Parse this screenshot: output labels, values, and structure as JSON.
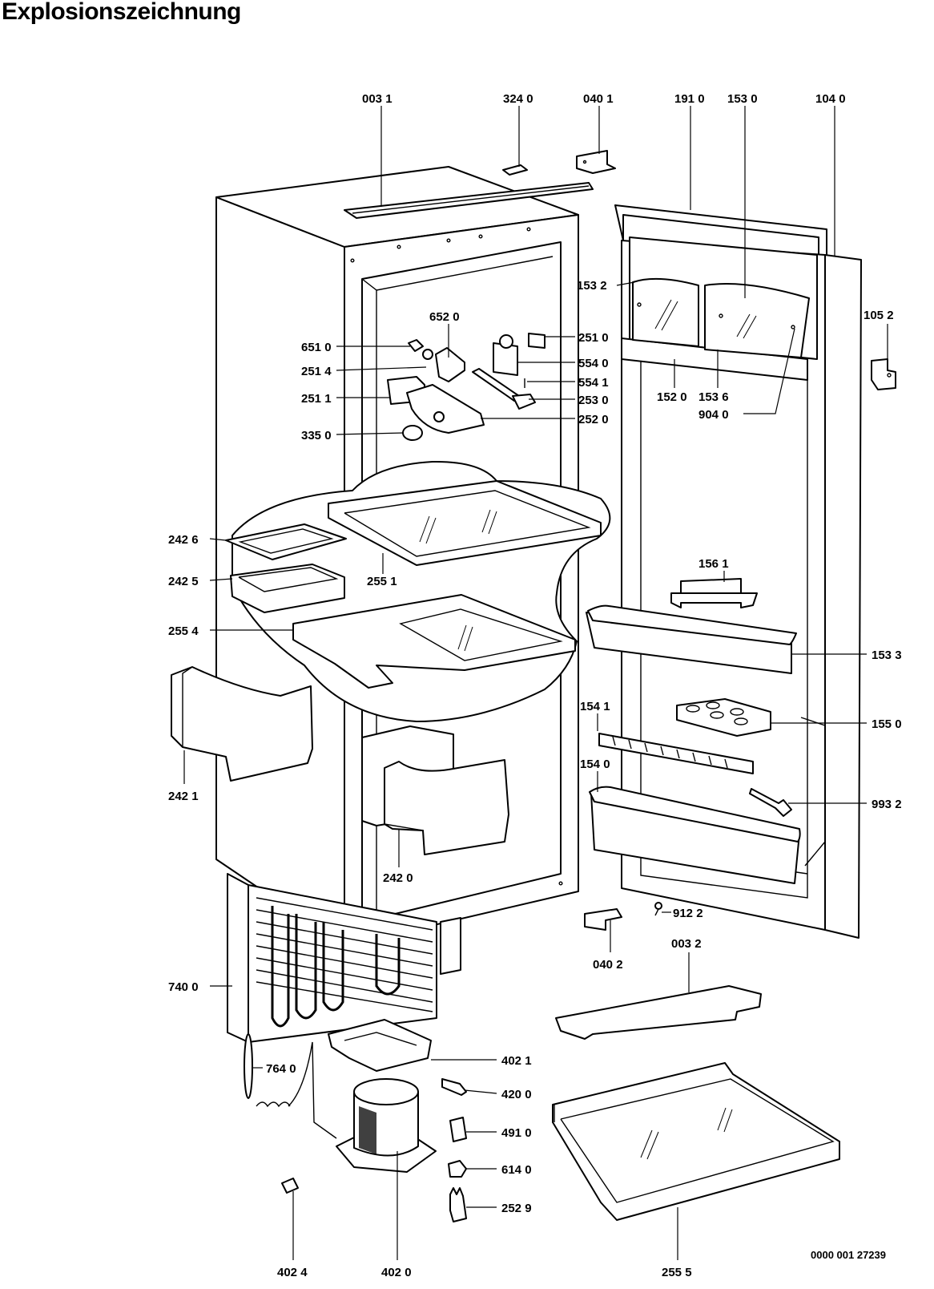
{
  "title": "Explosionszeichnung",
  "drawing_number": "0000 001 27239",
  "parts": [
    {
      "id": "p0031",
      "label": "003 1"
    },
    {
      "id": "p3240",
      "label": "324 0"
    },
    {
      "id": "p0401",
      "label": "040 1"
    },
    {
      "id": "p1910",
      "label": "191 0"
    },
    {
      "id": "p1530",
      "label": "153 0"
    },
    {
      "id": "p1040",
      "label": "104 0"
    },
    {
      "id": "p1532",
      "label": "153 2"
    },
    {
      "id": "p1052",
      "label": "105 2"
    },
    {
      "id": "p6520",
      "label": "652 0"
    },
    {
      "id": "p2510",
      "label": "251 0"
    },
    {
      "id": "p6510",
      "label": "651 0"
    },
    {
      "id": "p5540",
      "label": "554 0"
    },
    {
      "id": "p2514",
      "label": "251 4"
    },
    {
      "id": "p5541",
      "label": "554 1"
    },
    {
      "id": "p2511",
      "label": "251 1"
    },
    {
      "id": "p2530",
      "label": "253 0"
    },
    {
      "id": "p1520",
      "label": "152 0"
    },
    {
      "id": "p1536",
      "label": "153 6"
    },
    {
      "id": "p2520",
      "label": "252 0"
    },
    {
      "id": "p9040",
      "label": "904 0"
    },
    {
      "id": "p3350",
      "label": "335 0"
    },
    {
      "id": "p2426",
      "label": "242 6"
    },
    {
      "id": "p1561",
      "label": "156 1"
    },
    {
      "id": "p2425",
      "label": "242 5"
    },
    {
      "id": "p2551",
      "label": "255 1"
    },
    {
      "id": "p2554",
      "label": "255 4"
    },
    {
      "id": "p1533",
      "label": "153 3"
    },
    {
      "id": "p1541",
      "label": "154 1"
    },
    {
      "id": "p1550",
      "label": "155 0"
    },
    {
      "id": "p1540",
      "label": "154 0"
    },
    {
      "id": "p2421",
      "label": "242 1"
    },
    {
      "id": "p9932",
      "label": "993 2"
    },
    {
      "id": "p2420a",
      "label": "242 0"
    },
    {
      "id": "p9122",
      "label": "912 2"
    },
    {
      "id": "p0032",
      "label": "003 2"
    },
    {
      "id": "p0402",
      "label": "040 2"
    },
    {
      "id": "p7400",
      "label": "740 0"
    },
    {
      "id": "p4021",
      "label": "402 1"
    },
    {
      "id": "p7640",
      "label": "764 0"
    },
    {
      "id": "p4200",
      "label": "420 0"
    },
    {
      "id": "p4910",
      "label": "491 0"
    },
    {
      "id": "p6140",
      "label": "614 0"
    },
    {
      "id": "p2529",
      "label": "252 9"
    },
    {
      "id": "p4024",
      "label": "402 4"
    },
    {
      "id": "p4020",
      "label": "402 0"
    },
    {
      "id": "p2555",
      "label": "255 5"
    }
  ]
}
